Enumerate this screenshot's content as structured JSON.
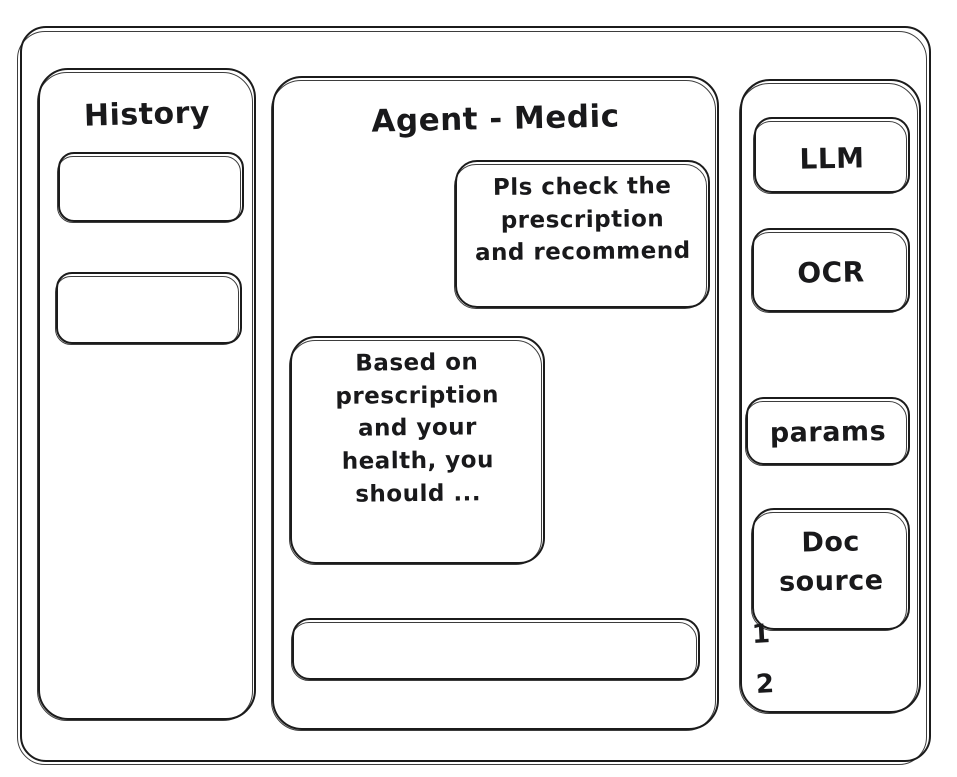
{
  "app": {
    "frame_label": "app-window",
    "stroke_color": "#1b1b1b",
    "background_color": "#ffffff"
  },
  "history": {
    "title": "History",
    "items": [
      {
        "label": ""
      },
      {
        "label": ""
      }
    ]
  },
  "main": {
    "title": "Agent - Medic",
    "messages": [
      {
        "role": "user",
        "text": "Pls check the\nprescription\nand recommend"
      },
      {
        "role": "agent",
        "text": "Based on\nprescription\nand your\nhealth, you\nshould ..."
      }
    ],
    "composer": {
      "value": "",
      "placeholder": ""
    }
  },
  "tools": {
    "buttons": [
      {
        "label": "LLM"
      },
      {
        "label": "OCR"
      },
      {
        "label": "params"
      },
      {
        "label": "Doc\nsource"
      }
    ],
    "sources": [
      {
        "label": "1"
      },
      {
        "label": "2"
      }
    ]
  }
}
